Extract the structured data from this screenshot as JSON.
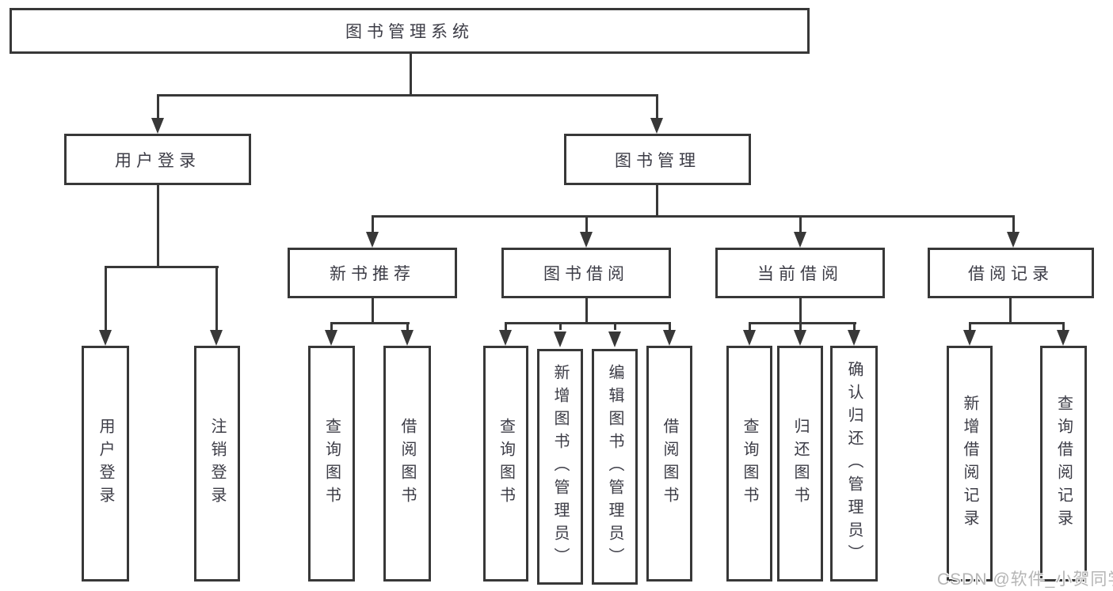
{
  "diagram_title": "图书管理系统",
  "tree": {
    "label": "图书管理系统",
    "children": [
      {
        "label": "用户登录",
        "children": [
          {
            "label": "用户登录"
          },
          {
            "label": "注销登录"
          }
        ]
      },
      {
        "label": "图书管理",
        "children": [
          {
            "label": "新书推荐",
            "children": [
              {
                "label": "查询图书"
              },
              {
                "label": "借阅图书"
              }
            ]
          },
          {
            "label": "图书借阅",
            "children": [
              {
                "label": "查询图书"
              },
              {
                "label": "新增图书（管理员）"
              },
              {
                "label": "编辑图书（管理员）"
              },
              {
                "label": "借阅图书"
              }
            ]
          },
          {
            "label": "当前借阅",
            "children": [
              {
                "label": "查询图书"
              },
              {
                "label": "归还图书"
              },
              {
                "label": "确认归还（管理员）"
              }
            ]
          },
          {
            "label": "借阅记录",
            "children": [
              {
                "label": "新增借阅记录"
              },
              {
                "label": "查询借阅记录"
              }
            ]
          }
        ]
      }
    ]
  },
  "watermark": {
    "text": "CSDN @软件_小贺同学"
  },
  "colors": {
    "line": "#383838",
    "text": "#3c3c46",
    "background": "#ffffff",
    "watermark": "#b5b5b5"
  }
}
